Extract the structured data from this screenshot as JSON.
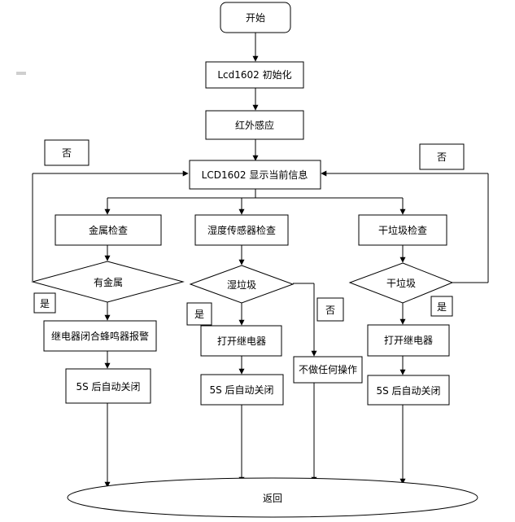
{
  "flowchart": {
    "start": "开始",
    "init": "Lcd1602 初始化",
    "ir": "红外感应",
    "display": "LCD1602 显示当前信息",
    "checks": {
      "metal": "金属检查",
      "humidity": "湿度传感器检查",
      "dry": "干垃圾检查"
    },
    "decisions": {
      "metal": "有金属",
      "wet": "湿垃圾",
      "dry": "干垃圾"
    },
    "labels": {
      "no_left": "否",
      "no_right": "否",
      "no_middle": "否",
      "yes_left": "是",
      "yes_mid": "是",
      "yes_right": "是"
    },
    "actions": {
      "metal_alarm": "继电器闭合蜂鸣器报警",
      "metal_close": "5S 后自动关闭",
      "wet_open": "打开继电器",
      "wet_close": "5S 后自动关闭",
      "no_op": "不做任何操作",
      "dry_open": "打开继电器",
      "dry_close": "5S 后自动关闭"
    },
    "end": "返回"
  }
}
